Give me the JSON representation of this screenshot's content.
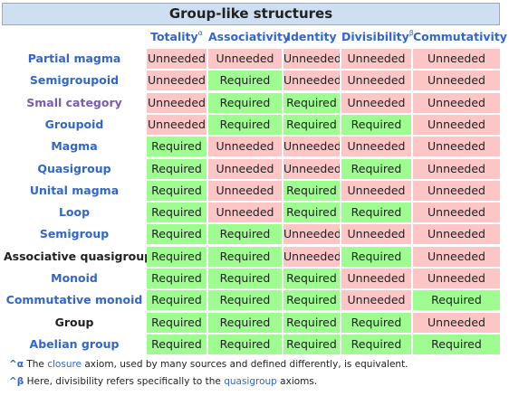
{
  "title": "Group-like structures",
  "columns": [
    {
      "label": "Totality",
      "sup": "α"
    },
    {
      "label": "Associativity",
      "sup": ""
    },
    {
      "label": "Identity",
      "sup": ""
    },
    {
      "label": "Divisibility",
      "sup": "β"
    },
    {
      "label": "Commutativity",
      "sup": ""
    }
  ],
  "rows": [
    {
      "name": "Partial magma",
      "color": "#3366cc",
      "link": true,
      "values": [
        "Unneeded",
        "Unneeded",
        "Unneeded",
        "Unneeded",
        "Unneeded"
      ]
    },
    {
      "name": "Semigroupoid",
      "color": "#3366cc",
      "link": true,
      "values": [
        "Unneeded",
        "Required",
        "Unneeded",
        "Unneeded",
        "Unneeded"
      ]
    },
    {
      "name": "Small category",
      "color": "#795cb2",
      "link": true,
      "values": [
        "Unneeded",
        "Required",
        "Required",
        "Unneeded",
        "Unneeded"
      ]
    },
    {
      "name": "Groupoid",
      "color": "#3366cc",
      "link": true,
      "values": [
        "Unneeded",
        "Required",
        "Required",
        "Required",
        "Unneeded"
      ]
    },
    {
      "name": "Magma",
      "color": "#3366cc",
      "link": true,
      "values": [
        "Required",
        "Unneeded",
        "Unneeded",
        "Unneeded",
        "Unneeded"
      ]
    },
    {
      "name": "Quasigroup",
      "color": "#3366cc",
      "link": true,
      "values": [
        "Required",
        "Unneeded",
        "Unneeded",
        "Required",
        "Unneeded"
      ]
    },
    {
      "name": "Unital magma",
      "color": "#3366cc",
      "link": true,
      "values": [
        "Required",
        "Unneeded",
        "Required",
        "Unneeded",
        "Unneeded"
      ]
    },
    {
      "name": "Loop",
      "color": "#3366cc",
      "link": true,
      "values": [
        "Required",
        "Unneeded",
        "Required",
        "Required",
        "Unneeded"
      ]
    },
    {
      "name": "Semigroup",
      "color": "#3366cc",
      "link": true,
      "values": [
        "Required",
        "Required",
        "Unneeded",
        "Unneeded",
        "Unneeded"
      ]
    },
    {
      "name": "Associative quasigroup",
      "color": "#202122",
      "link": false,
      "values": [
        "Required",
        "Required",
        "Unneeded",
        "Required",
        "Unneeded"
      ]
    },
    {
      "name": "Monoid",
      "color": "#3366cc",
      "link": true,
      "values": [
        "Required",
        "Required",
        "Required",
        "Unneeded",
        "Unneeded"
      ]
    },
    {
      "name": "Commutative monoid",
      "color": "#3366cc",
      "link": true,
      "values": [
        "Required",
        "Required",
        "Required",
        "Unneeded",
        "Required"
      ]
    },
    {
      "name": "Group",
      "color": "#202122",
      "link": false,
      "values": [
        "Required",
        "Required",
        "Required",
        "Required",
        "Unneeded"
      ]
    },
    {
      "name": "Abelian group",
      "color": "#3366cc",
      "link": true,
      "values": [
        "Required",
        "Required",
        "Required",
        "Required",
        "Required"
      ]
    }
  ],
  "notes": [
    {
      "mark": "^α",
      "before": " The ",
      "link": "closure",
      "after": " axiom, used by many sources and defined differently, is equivalent."
    },
    {
      "mark": "^β",
      "before": " Here, divisibility refers specifically to the ",
      "link": "quasigroup",
      "after": " axioms."
    }
  ],
  "colors": {
    "required": "#9efc90",
    "unneeded": "#fcc6c6",
    "header": "#cedff2",
    "link": "#3366cc"
  }
}
